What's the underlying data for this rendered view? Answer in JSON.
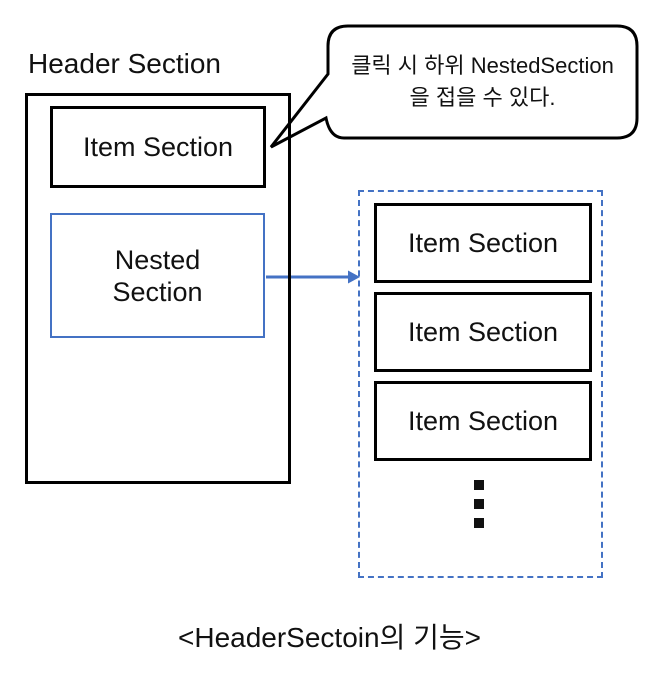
{
  "colors": {
    "accent_blue": "#4472C4",
    "line_black": "#000000",
    "background": "#ffffff"
  },
  "header_panel": {
    "title": "Header Section",
    "item_label": "Item Section",
    "nested": {
      "line1": "Nested",
      "line2": "Section"
    }
  },
  "callout": {
    "line1": "클릭 시 하위 NestedSection",
    "line2": "을 접을 수 있다."
  },
  "expanded_panel": {
    "items": [
      "Item Section",
      "Item Section",
      "Item Section"
    ],
    "ellipsis_icon": "vertical-ellipsis"
  },
  "caption": "<HeaderSectoin의 기능>"
}
